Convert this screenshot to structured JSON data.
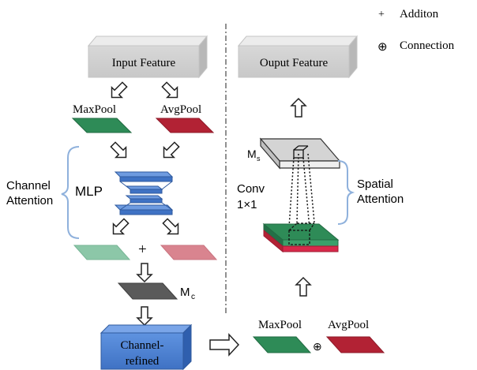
{
  "legend": {
    "addition_symbol": "+",
    "addition_label": "Additon",
    "connection_symbol": "⊕",
    "connection_label": "Connection"
  },
  "channel_branch": {
    "input_label": "Input Feature",
    "maxpool_label": "MaxPool",
    "avgpool_label": "AvgPool",
    "group_label_line1": "Channel",
    "group_label_line2": "Attention",
    "mlp_label": "MLP",
    "plus_symbol": "+",
    "mc_label": "M",
    "mc_sub": "c",
    "refined_line1": "Channel-",
    "refined_line2": "refined"
  },
  "spatial_branch": {
    "output_label": "Ouput Feature",
    "ms_label": "M",
    "ms_sub": "s",
    "conv_line1": "Conv",
    "conv_line2": "1×1",
    "group_label_line1": "Spatial",
    "group_label_line2": "Attention",
    "maxpool_label": "MaxPool",
    "connection_symbol": "⊕",
    "avgpool_label": "AvgPool"
  },
  "colors": {
    "maxpool": "#2e8b57",
    "avgpool": "#b22234",
    "maxpool_light": "#8cc7a8",
    "avgpool_light": "#d9848f",
    "mc_dark": "#5a5a5a",
    "refined_blue": "#4f86d9",
    "mlp_blue": "#4a7cc9",
    "bracket_blue": "#8fb1dc",
    "box_gray": "#d0d0d0"
  }
}
